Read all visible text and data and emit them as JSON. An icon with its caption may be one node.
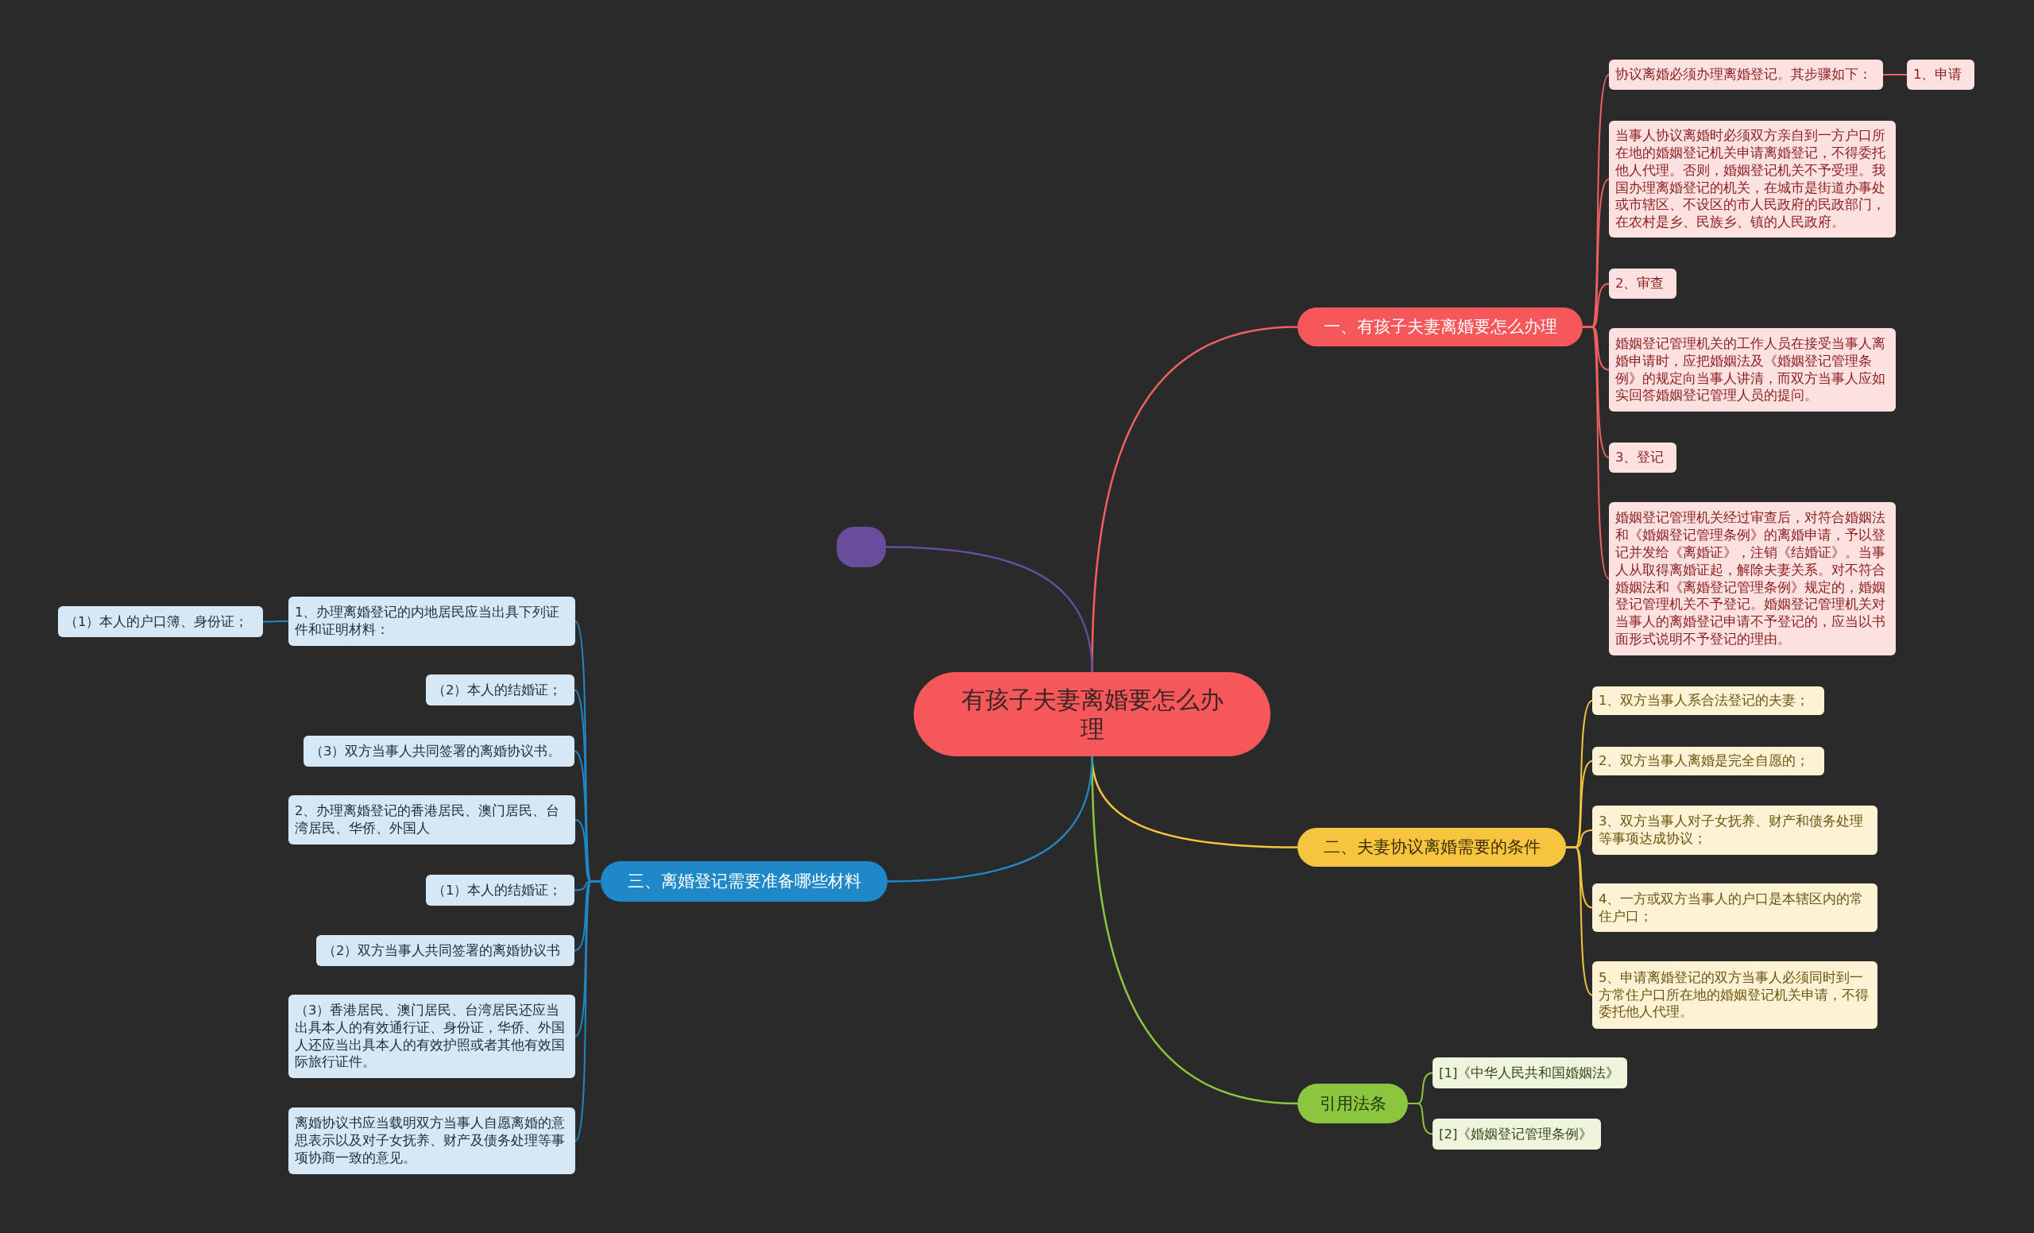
{
  "diagram": {
    "nodes": [
      {
        "text": [
          "有孩子夫妻离婚要怎么办理"
        ]
      },
      {
        "text": [
          "一、有孩子夫妻离婚要怎么办理"
        ]
      },
      {
        "text": [
          "协议离婚必须办理离婚登记。其步骤如下："
        ]
      },
      {
        "text": [
          "1、申请"
        ]
      },
      {
        "text": [
          "当事人协议离婚时必须双方亲自到一方户口所在地的婚姻登记机关申请离婚登记，不得委托他人代理。否则，婚姻登记机关不予受理。我国办理离婚登记的机关，在城市是街道办事处或市辖区、不设区的市人民政府的民政部门，在农村是乡、民族乡、镇的人民政府。"
        ]
      },
      {
        "text": [
          "2、审查"
        ]
      },
      {
        "text": [
          "婚姻登记管理机关的工作人员在接受当事人离婚申请时，应把婚姻法及《婚姻登记管理条例》的规定向当事人讲清，而双方当事人应如实回答婚姻登记管理人员的提问。"
        ]
      },
      {
        "text": [
          "3、登记"
        ]
      },
      {
        "text": [
          "婚姻登记管理机关经过审查后，对符合婚姻法和《婚姻登记管理条例》的离婚申请，予以登记并发给《离婚证》，注销《结婚证》。当事人从取得离婚证起，解除夫妻关系。对不符合婚姻法和《离婚登记管理条例》规定的，婚姻登记管理机关不予登记。婚姻登记管理机关对当事人的离婚登记申请不予登记的，应当以书面形式说明不予登记的理由。"
        ]
      },
      {
        "text": [
          "二、夫妻协议离婚需要的条件"
        ]
      },
      {
        "text": [
          "1、双方当事人系合法登记的夫妻；"
        ]
      },
      {
        "text": [
          "2、双方当事人离婚是完全自愿的；"
        ]
      },
      {
        "text": [
          "3、双方当事人对子女抚养、财产和债务处理等事项达成协议；"
        ]
      },
      {
        "text": [
          "4、一方或双方当事人的户口是本辖区内的常住户口；"
        ]
      },
      {
        "text": [
          "5、申请离婚登记的双方当事人必须同时到一方常住户口所在地的婚姻登记机关申请，不得委托他人代理。"
        ]
      },
      {
        "text": [
          "引用法条"
        ]
      },
      {
        "text": [
          "[1]《中华人民共和国婚姻法》"
        ]
      },
      {
        "text": [
          "[2]《婚姻登记管理条例》"
        ]
      },
      {
        "text": [
          "三、离婚登记需要准备哪些材料"
        ]
      },
      {
        "text": [
          "1、办理离婚登记的内地居民应当出具下列证件和证明材料："
        ]
      },
      {
        "text": [
          "（1）本人的户口簿、身份证；"
        ]
      },
      {
        "text": [
          "（2）本人的结婚证；"
        ]
      },
      {
        "text": [
          "（3）双方当事人共同签署的离婚协议书。"
        ]
      },
      {
        "text": [
          "2、办理离婚登记的香港居民、澳门居民、台湾居民、华侨、外国人"
        ]
      },
      {
        "text": [
          "（1）本人的结婚证；"
        ]
      },
      {
        "text": [
          "（2）双方当事人共同签署的离婚协议书"
        ]
      },
      {
        "text": [
          "（3）香港居民、澳门居民、台湾居民还应当出具本人的有效通行证、身份证，华侨、外国人还应当出具本人的有效护照或者其他有效国际旅行证件。"
        ]
      },
      {
        "text": [
          "离婚协议书应当载明双方当事人自愿离婚的意思表示以及对子女抚养、财产及债务处理等事项协商一致的意见。"
        ]
      },
      {
        "text": [],
        "shape": "box"
      }
    ],
    "edges": [
      {
        "from": 0,
        "to": 1,
        "arrow": "none",
        "color": "#f06060"
      },
      {
        "from": 1,
        "to": 2,
        "arrow": "none",
        "color": "#f06060"
      },
      {
        "from": 2,
        "to": 3,
        "arrow": "none",
        "color": "#f06060"
      },
      {
        "from": 1,
        "to": 4,
        "arrow": "none",
        "color": "#f06060"
      },
      {
        "from": 1,
        "to": 5,
        "arrow": "none",
        "color": "#f06060"
      },
      {
        "from": 1,
        "to": 6,
        "arrow": "none",
        "color": "#f06060"
      },
      {
        "from": 1,
        "to": 7,
        "arrow": "none",
        "color": "#f06060"
      },
      {
        "from": 1,
        "to": 8,
        "arrow": "none",
        "color": "#f06060"
      },
      {
        "from": 0,
        "to": 9,
        "arrow": "none",
        "color": "#f7c43f"
      },
      {
        "from": 9,
        "to": 10,
        "arrow": "none",
        "color": "#f7c43f"
      },
      {
        "from": 9,
        "to": 11,
        "arrow": "none",
        "color": "#f7c43f"
      },
      {
        "from": 9,
        "to": 12,
        "arrow": "none",
        "color": "#f7c43f"
      },
      {
        "from": 9,
        "to": 13,
        "arrow": "none",
        "color": "#f7c43f"
      },
      {
        "from": 9,
        "to": 14,
        "arrow": "none",
        "color": "#f7c43f"
      },
      {
        "from": 0,
        "to": 15,
        "arrow": "none",
        "color": "#8cc63f"
      },
      {
        "from": 15,
        "to": 16,
        "arrow": "none",
        "color": "#8cc63f"
      },
      {
        "from": 15,
        "to": 17,
        "arrow": "none",
        "color": "#8cc63f"
      },
      {
        "from": 0,
        "to": 18,
        "arrow": "none",
        "color": "#1e88c8"
      },
      {
        "from": 18,
        "to": 19,
        "arrow": "none",
        "color": "#1e88c8"
      },
      {
        "from": 19,
        "to": 20,
        "arrow": "none",
        "color": "#1e88c8"
      },
      {
        "from": 18,
        "to": 21,
        "arrow": "none",
        "color": "#1e88c8"
      },
      {
        "from": 18,
        "to": 22,
        "arrow": "none",
        "color": "#1e88c8"
      },
      {
        "from": 18,
        "to": 23,
        "arrow": "none",
        "color": "#1e88c8"
      },
      {
        "from": 18,
        "to": 24,
        "arrow": "none",
        "color": "#1e88c8"
      },
      {
        "from": 18,
        "to": 25,
        "arrow": "none",
        "color": "#1e88c8"
      },
      {
        "from": 18,
        "to": 26,
        "arrow": "none",
        "color": "#1e88c8"
      },
      {
        "from": 18,
        "to": 27,
        "arrow": "none",
        "color": "#1e88c8"
      },
      {
        "from": 0,
        "to": 28,
        "arrow": "none",
        "color": "#6a4c9c"
      }
    ]
  }
}
